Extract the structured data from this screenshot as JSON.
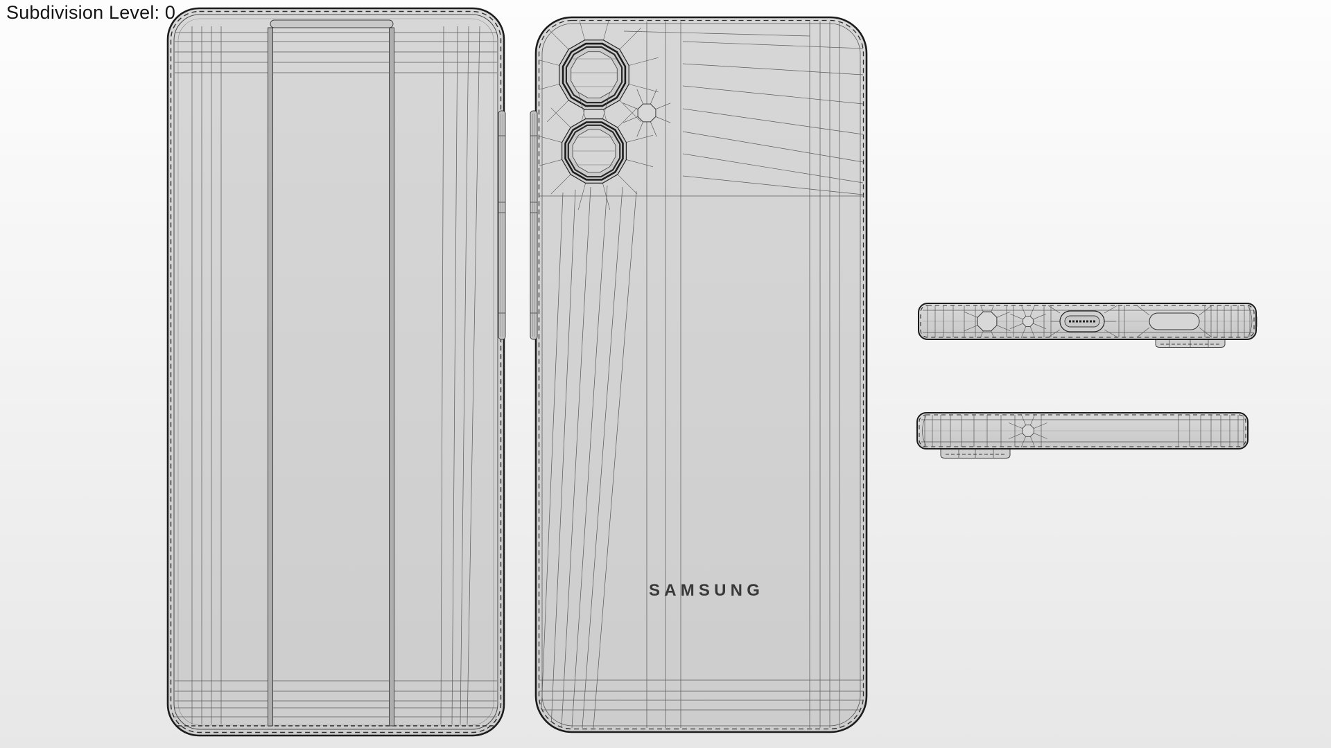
{
  "viewport": {
    "subdivision_label": "Subdivision Level: 0"
  },
  "model": {
    "brand_logo": "SAMSUNG",
    "views": [
      "front",
      "back",
      "bottom-edge",
      "top-edge"
    ],
    "colors": {
      "background_top": "#fdfdfd",
      "background_bottom": "#e7e7e7",
      "body_fill": "#d2d2d2",
      "bezel_fill": "#c6c6c6",
      "wireframe_line": "#3c3c3c",
      "heavy_ring": "#1d1d1d",
      "logo_color": "#2d2d2d",
      "label_color": "#141414"
    }
  }
}
